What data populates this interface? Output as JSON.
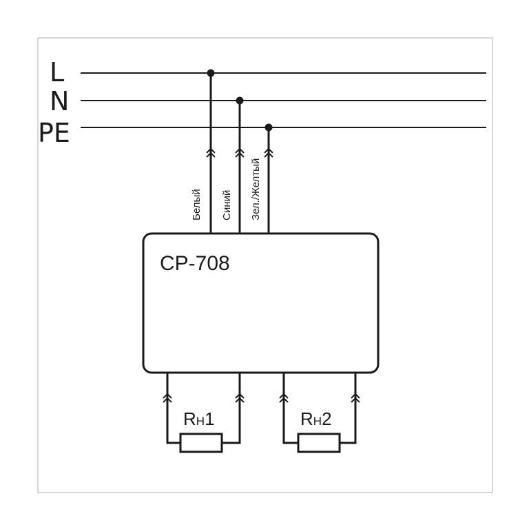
{
  "bus": {
    "l_label": "L",
    "n_label": "N",
    "pe_label": "PE"
  },
  "wires": {
    "white": "Белый",
    "blue": "Синий",
    "green_yellow": "Зел./Желтый"
  },
  "device": {
    "model": "CP-708"
  },
  "loads": [
    {
      "prefix": "R",
      "sub": "H",
      "index": "1"
    },
    {
      "prefix": "R",
      "sub": "H",
      "index": "2"
    }
  ],
  "colors": {
    "line": "#1a1a1a",
    "frame": "#c8c8c8",
    "background": "#ffffff"
  }
}
